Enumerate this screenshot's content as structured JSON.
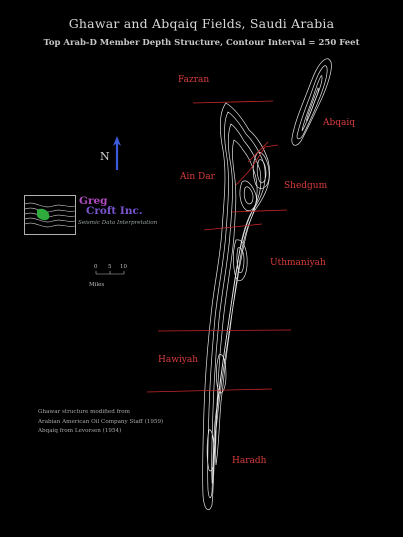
{
  "title": "Ghawar and Abqaiq Fields, Saudi Arabia",
  "subtitle": "Top Arab-D Member Depth Structure, Contour Interval = 250 Feet",
  "fields": {
    "fazran": "Fazran",
    "abqaiq": "Abqaiq",
    "ain_dar": "Ain Dar",
    "shedgum": "Shedgum",
    "uthmaniyah": "Uthmaniyah",
    "hawiyah": "Hawiyah",
    "haradh": "Haradh"
  },
  "north_arrow": {
    "label": "N"
  },
  "logo": {
    "line1": "Greg",
    "line2": "Croft Inc.",
    "tagline": "Seismic Data Interpretation"
  },
  "scale_bar": {
    "ticks": [
      "0",
      "5",
      "10"
    ],
    "units": "Miles"
  },
  "credit": {
    "line1": "Ghawar structure modified from",
    "line2": "Arabian American Oil Company Staff (1959)",
    "line3": "Abqaiq from Levorsen (1954)"
  },
  "colors": {
    "background": "#000000",
    "contour": "#e8e8e8",
    "boundary_line": "#c82828",
    "field_label": "#d83c3c",
    "north_arrow": "#3c5adc"
  }
}
